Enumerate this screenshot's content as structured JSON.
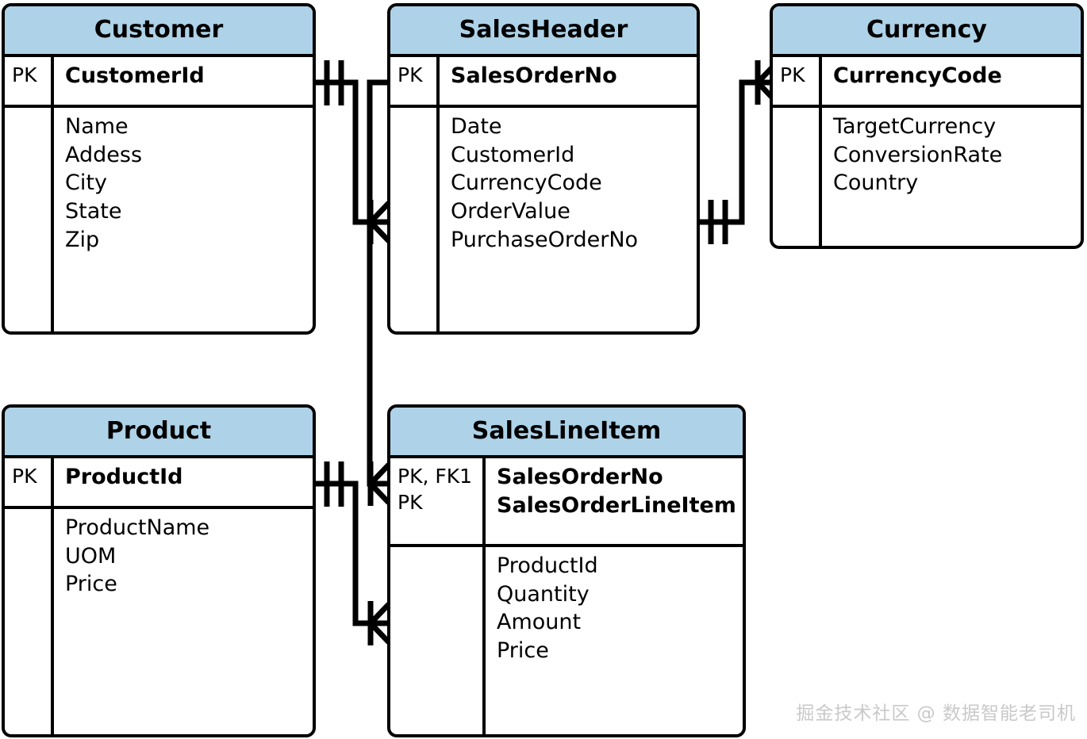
{
  "diagram": {
    "kind": "entity-relationship-diagram",
    "notation": "crow's-foot",
    "colors": {
      "header_fill": "#aed2e8",
      "border": "#000000",
      "background": "#ffffff",
      "watermark": "#c9c9c9"
    }
  },
  "entities": [
    {
      "id": "customer",
      "title": "Customer",
      "key_rows": [
        {
          "key": "PK",
          "attributes": [
            "CustomerId"
          ]
        }
      ],
      "attributes": [
        "Name",
        "Addess",
        "City",
        "State",
        "Zip"
      ]
    },
    {
      "id": "salesheader",
      "title": "SalesHeader",
      "key_rows": [
        {
          "key": "PK",
          "attributes": [
            "SalesOrderNo"
          ]
        }
      ],
      "attributes": [
        "Date",
        "CustomerId",
        "CurrencyCode",
        "OrderValue",
        "PurchaseOrderNo"
      ]
    },
    {
      "id": "currency",
      "title": "Currency",
      "key_rows": [
        {
          "key": "PK",
          "attributes": [
            "CurrencyCode"
          ]
        }
      ],
      "attributes": [
        "TargetCurrency",
        "ConversionRate",
        "Country"
      ]
    },
    {
      "id": "product",
      "title": "Product",
      "key_rows": [
        {
          "key": "PK",
          "attributes": [
            "ProductId"
          ]
        }
      ],
      "attributes": [
        "ProductName",
        "UOM",
        "Price"
      ]
    },
    {
      "id": "saleslineitem",
      "title": "SalesLineItem",
      "key_rows": [
        {
          "key": "PK, FK1\nPK",
          "attributes": [
            "SalesOrderNo",
            "SalesOrderLineItem"
          ]
        }
      ],
      "attributes": [
        "ProductId",
        "Quantity",
        "Amount",
        "Price"
      ]
    }
  ],
  "relationships": [
    {
      "id": "customer-salesheader",
      "from_entity": "Customer",
      "from_attribute": "CustomerId",
      "from_cardinality": "one-and-only-one",
      "to_entity": "SalesHeader",
      "to_attribute": "CustomerId",
      "to_cardinality": "zero-or-many"
    },
    {
      "id": "currency-salesheader",
      "from_entity": "SalesHeader",
      "from_attribute": "CurrencyCode",
      "from_cardinality": "one-and-only-one",
      "to_entity": "Currency",
      "to_attribute": "CurrencyCode",
      "to_cardinality": "zero-or-many"
    },
    {
      "id": "salesheader-saleslineitem",
      "from_entity": "SalesHeader",
      "from_attribute": "SalesOrderNo",
      "from_cardinality": "one-and-only-one",
      "to_entity": "SalesLineItem",
      "to_attribute": "SalesOrderNo",
      "to_cardinality": "zero-or-many"
    },
    {
      "id": "product-saleslineitem",
      "from_entity": "Product",
      "from_attribute": "ProductId",
      "from_cardinality": "one-and-only-one",
      "to_entity": "SalesLineItem",
      "to_attribute": "ProductId",
      "to_cardinality": "zero-or-many"
    }
  ],
  "watermark": {
    "text": "掘金技术社区 @ 数据智能老司机"
  }
}
